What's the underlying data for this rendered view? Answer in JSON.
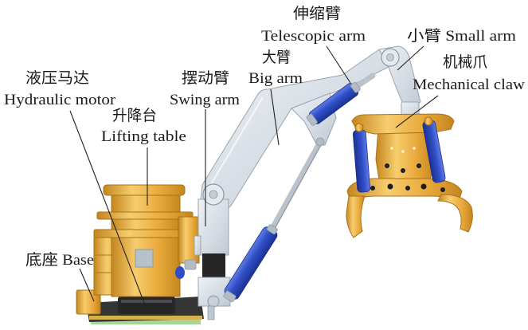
{
  "labels": {
    "telescopic_arm": {
      "cn": "伸缩臂",
      "en": "Telescopic arm"
    },
    "small_arm": "小臂 Small arm",
    "big_arm": {
      "cn": "大臂",
      "en": "Big arm"
    },
    "mechanical_claw": {
      "cn": "机械爪",
      "en": "Mechanical claw"
    },
    "hydraulic_motor": {
      "cn": "液压马达",
      "en": "Hydraulic motor"
    },
    "swing_arm": {
      "cn": "摆动臂",
      "en": "Swing arm"
    },
    "lifting_table": {
      "cn": "升降台",
      "en": "Lifting table"
    },
    "base": "底座 Base"
  },
  "colors": {
    "orange": "#E9A83A",
    "orange_light": "#F7CD6E",
    "orange_dark": "#C4861F",
    "arm_grey": "#D3DAE2",
    "arm_grey_dark": "#9AA4AE",
    "hydraulic_blue": "#2F4EC6",
    "hydraulic_blue_dark": "#1C3192",
    "base_dark": "#353535",
    "label_text": "#1A1A1A"
  }
}
